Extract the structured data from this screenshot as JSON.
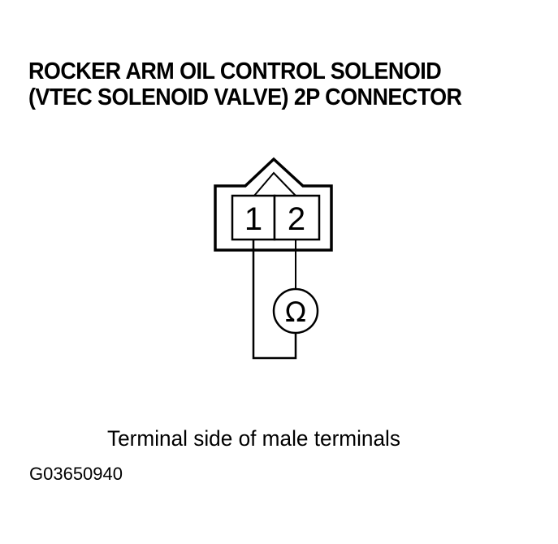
{
  "figure": {
    "title_lines": [
      "ROCKER ARM OIL CONTROL SOLENOID",
      "(VTEC SOLENOID VALVE) 2P CONNECTOR"
    ],
    "connector": {
      "type": "2P connector",
      "terminals": [
        {
          "label": "1"
        },
        {
          "label": "2"
        }
      ]
    },
    "meter": {
      "icon": "ohmmeter-icon",
      "symbol": "Ω"
    },
    "caption": "Terminal side of male terminals",
    "figure_id": "G03650940"
  },
  "colors": {
    "line": "#000000",
    "background": "#ffffff"
  }
}
